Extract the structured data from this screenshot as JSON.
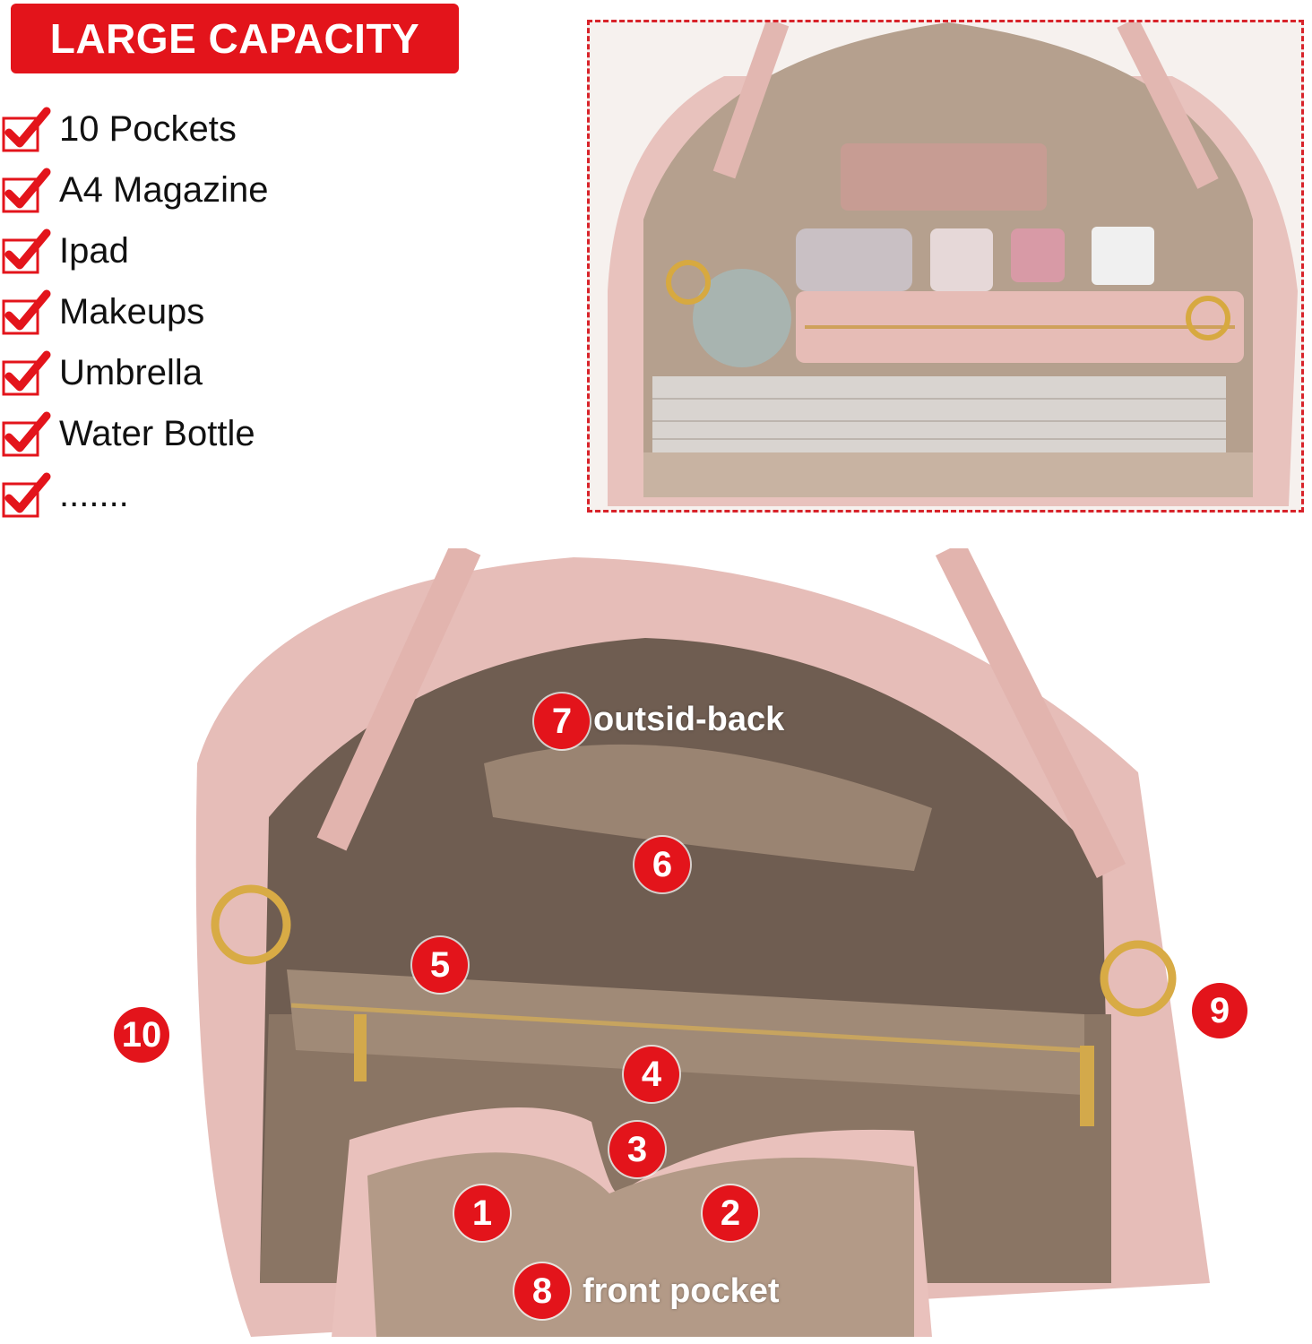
{
  "header": {
    "title": "LARGE CAPACITY"
  },
  "features": [
    "10 Pockets",
    "A4 Magazine",
    "Ipad",
    "Makeups",
    "Umbrella",
    "Water Bottle",
    "......."
  ],
  "pocket_labels": [
    {
      "number": "1"
    },
    {
      "number": "2"
    },
    {
      "number": "3"
    },
    {
      "number": "4"
    },
    {
      "number": "5"
    },
    {
      "number": "6"
    },
    {
      "number": "7",
      "text": "outsid-back"
    },
    {
      "number": "8",
      "text": "front pocket"
    },
    {
      "number": "9"
    },
    {
      "number": "10"
    }
  ],
  "colors": {
    "accent": "#e3141b",
    "bag_pink": "#e9c3bf",
    "lining": "#8a7564"
  }
}
